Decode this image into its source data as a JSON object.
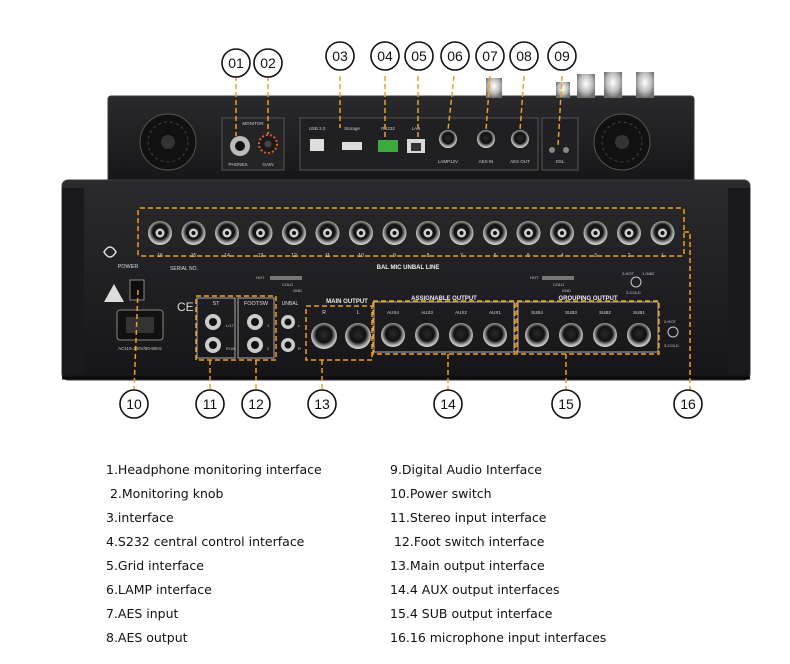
{
  "callouts": [
    "01",
    "02",
    "03",
    "04",
    "05",
    "06",
    "07",
    "08",
    "09",
    "10",
    "11",
    "12",
    "13",
    "14",
    "15",
    "16"
  ],
  "panel": {
    "monitor": "MONITOR",
    "phones": "PHONES",
    "gain": "GAIN",
    "usb1": "USB 2.0",
    "usb2": "Storage",
    "rs232": "RS232",
    "grid": "LAN",
    "lamp": "LAMP12V",
    "aes_in": "AES IN",
    "aes_out": "AES OUT",
    "dsl": "DSL",
    "power": "POWER",
    "serial": "SERIAL NO.",
    "bal_mic": "BAL MIC UNBAL LINE",
    "ac": "AC115-120V/50-60Hz",
    "st": "ST",
    "st_l": "L/17",
    "st_r": "R/18",
    "footsw": "FOOTSW",
    "fs1": "1",
    "fs2": "2",
    "unbal": "UNBAL",
    "unbal_l": "L",
    "unbal_r": "R",
    "main_output": "MAIN OUTPUT",
    "main_r": "R",
    "main_l": "L",
    "assignable_output": "ASSIGNABLE OUTPUT",
    "aux": [
      "AUX4",
      "AUX3",
      "AUX2",
      "AUX1"
    ],
    "grouping_output": "GROUPING OUTPUT",
    "sub": [
      "SUB4",
      "SUB3",
      "SUB2",
      "SUB1"
    ],
    "inputs": [
      "16",
      "15",
      "14",
      "13",
      "12",
      "11",
      "10",
      "9",
      "8",
      "7",
      "6",
      "5",
      "4",
      "3",
      "2",
      "1"
    ],
    "hot": "HOT",
    "cold": "COLD",
    "gnd": "GND",
    "hot2": "2-HOT",
    "gnd1": "1 GND",
    "cold3": "3-COLD",
    "ce": "CE"
  },
  "legend": {
    "left": [
      "1.Headphone monitoring interface",
      " 2.Monitoring knob",
      "3.interface",
      "4.S232 central control interface",
      "5.Grid interface",
      "6.LAMP interface",
      "7.AES input",
      "8.AES output"
    ],
    "right": [
      "9.Digital Audio Interface",
      "10.Power switch",
      "11.Stereo input interface",
      " 12.Foot switch interface",
      "13.Main output interface",
      "14.4 AUX output interfaces",
      "15.4 SUB output interface",
      "16.16 microphone input interfaces"
    ]
  },
  "colors": {
    "callout_line": "#f0a020",
    "panel": "#1b1b1d",
    "panel_edge": "#303034",
    "silver": "#c9c9c9",
    "green_terminal": "#3daa3d"
  }
}
